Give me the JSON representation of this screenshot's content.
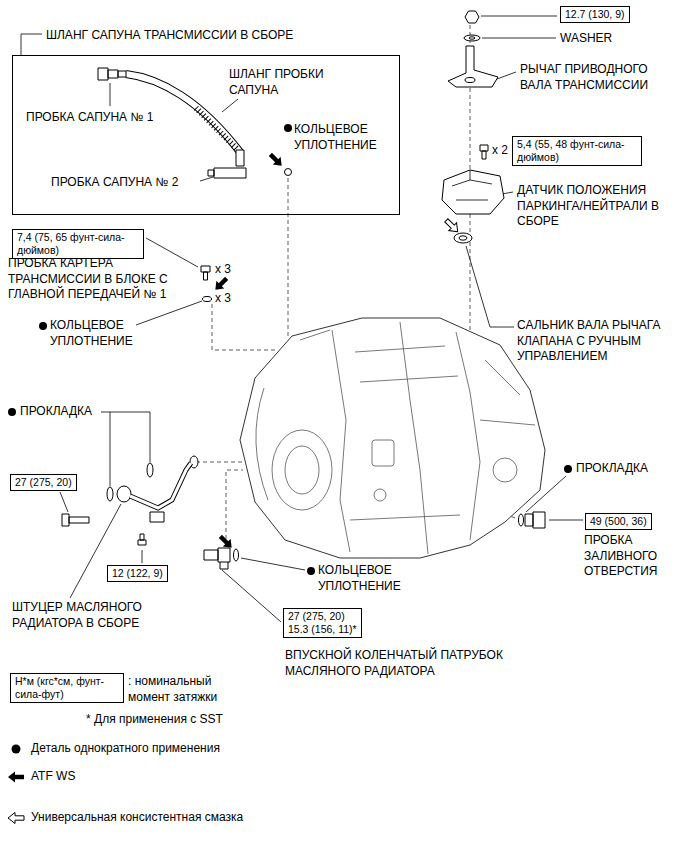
{
  "diagram": {
    "nodes": [
      {
        "text": [
          "ШЛАНГ САПУНА ТРАНСМИССИИ В СБОРЕ",
          "ШЛАНГ ПРОБКИ САПУНА",
          "ПРОБКА САПУНА № 1",
          "КОЛЬЦЕВОЕ УПЛОТНЕНИЕ",
          "ПРОБКА САПУНА № 2"
        ]
      },
      {
        "text": [
          "12.7 (130, 9)"
        ]
      },
      {
        "text": [
          "5,4 (55, 48 фунт-сила-дюймов)"
        ]
      },
      {
        "text": [
          "7,4 (75, 65 фунт-сила-дюймов)"
        ]
      },
      {
        "text": [
          "27 (275, 20)"
        ]
      },
      {
        "text": [
          "49 (500, 36)"
        ]
      },
      {
        "text": [
          "12 (122, 9)"
        ]
      },
      {
        "text": [
          "27 (275, 20)",
          "15.3 (156, 11)*"
        ]
      },
      {
        "text": [
          "Н*м (кгс*см, фунт-сила-фут)"
        ]
      }
    ],
    "labels": [
      "WASHER",
      "РЫЧАГ ПРИВОДНОГО ВАЛА ТРАНСМИССИИ",
      "x 2",
      "ДАТЧИК ПОЛОЖЕНИЯ ПАРКИНГА/НЕЙТРАЛИ В СБОРЕ",
      "ПРОБКА КАРТЕРА ТРАНСМИССИИ В БЛОКЕ С ГЛАВНОЙ ПЕРЕДАЧЕЙ № 1",
      "x 3",
      "x 3",
      "КОЛЬЦЕВОЕ УПЛОТНЕНИЕ",
      "САЛЬНИК ВАЛА РЫЧАГА КЛАПАНА С РУЧНЫМ УПРАВЛЕНИЕМ",
      "ПРОКЛАДКА",
      "ПРОКЛАДКА",
      "ПРОБКА ЗАЛИВНОГО ОТВЕРСТИЯ",
      "КОЛЬЦЕВОЕ УПЛОТНЕНИЕ",
      "ШТУЦЕР МАСЛЯНОГО РАДИАТОРА В СБОРЕ",
      "ВПУСКНОЙ КОЛЕНЧАТЫЙ ПАТРУБОК МАСЛЯНОГО РАДИАТОРА",
      ": номинальный момент затяжки",
      "* Для применения с SST"
    ],
    "legend": [
      {
        "text": "Деталь однократного применения"
      },
      {
        "text": "ATF WS"
      },
      {
        "text": "Универсальная консистентная смазка"
      }
    ]
  }
}
